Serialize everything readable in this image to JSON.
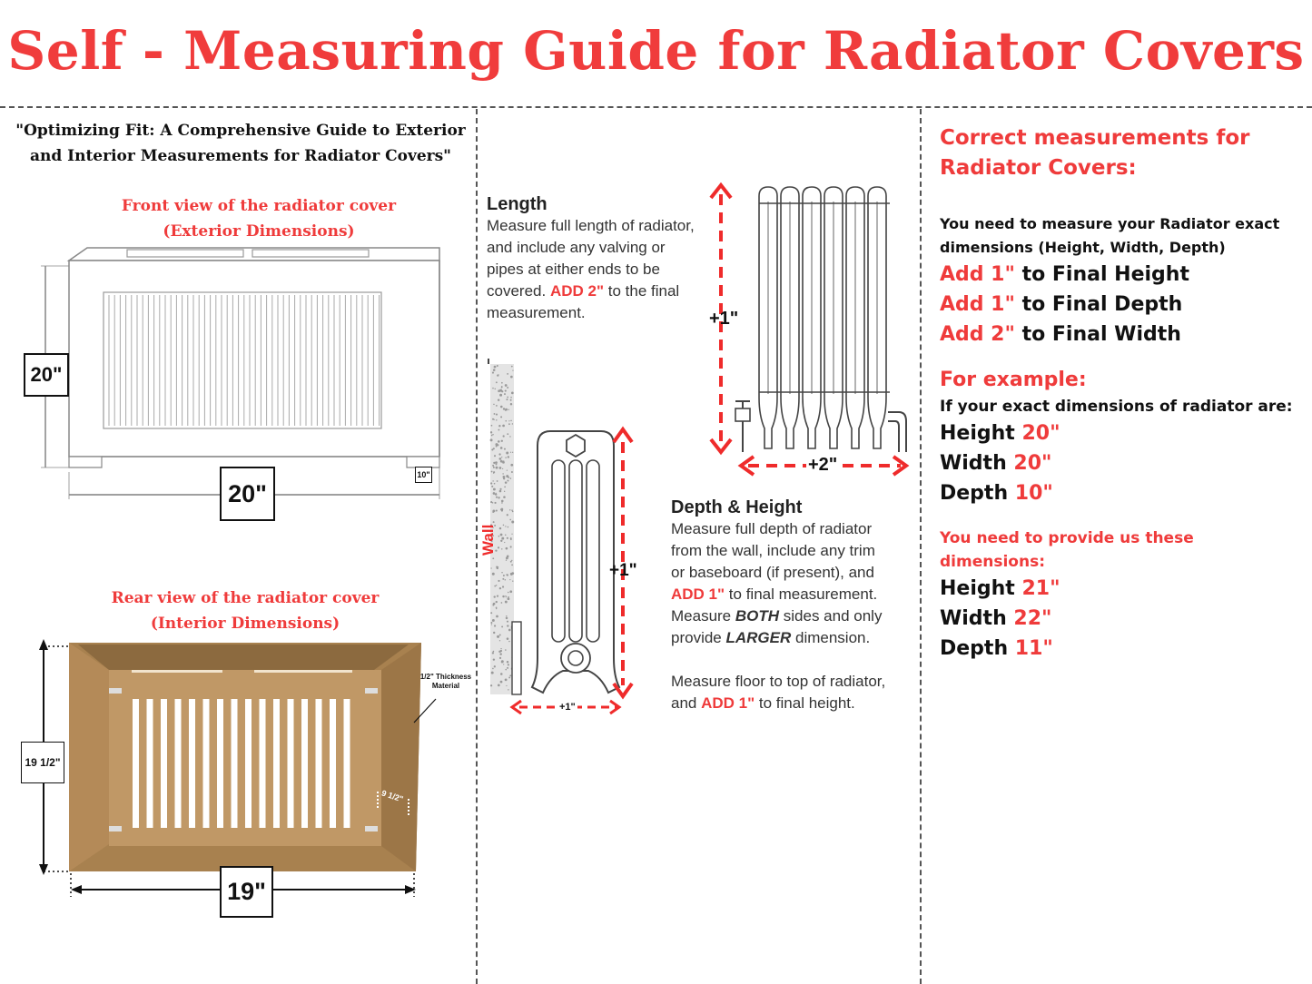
{
  "title": "Self - Measuring Guide for Radiator Covers",
  "left": {
    "subtitle_line1": "\"Optimizing Fit: A Comprehensive Guide to Exterior",
    "subtitle_line2": "and Interior Measurements for Radiator Covers\"",
    "front": {
      "caption_line1": "Front view of the radiator cover",
      "caption_line2": "(Exterior Dimensions)",
      "height_label": "20\"",
      "width_label": "20\"",
      "depth_label": "10\""
    },
    "rear": {
      "caption_line1": "Rear view of the radiator cover",
      "caption_line2": "(Interior Dimensions)",
      "height_label": "19 1/2\"",
      "width_label": "19\"",
      "depth_label": "9 1/2\"",
      "thickness_line1": "1/2\" Thickness",
      "thickness_line2": "Material"
    }
  },
  "middle": {
    "length_heading": "Length",
    "length_lines": [
      "Measure full length of radiator,",
      "and include any valving or",
      "pipes at either ends to be"
    ],
    "length_last_pre": "covered. ",
    "length_last_red": "ADD 2\"",
    "length_last_post": " to the final",
    "length_final": "measurement.",
    "top_height_label": "+1\"",
    "top_width_label": "+2\"",
    "side_height_label": "+1\"",
    "side_depth_label": "+1\"",
    "wall_label": "Wall",
    "depth_heading": "Depth & Height",
    "depth_lines": [
      "Measure full depth of radiator",
      "from the wall, include any trim",
      "or baseboard (if present), and"
    ],
    "depth_add_red": "ADD 1\"",
    "depth_add_post": " to final measurement.",
    "both_pre": "Measure ",
    "both_em": "BOTH",
    "both_post": " sides and only",
    "larger_pre": "provide ",
    "larger_em": "LARGER",
    "larger_post": " dimension.",
    "floor_line1": "Measure floor to top of radiator,",
    "floor_pre": "and ",
    "floor_red": "ADD 1\"",
    "floor_post": " to final height."
  },
  "right": {
    "heading_line1": "Correct measurements for",
    "heading_line2": "Radiator Covers:",
    "intro_line1": "You need to measure your Radiator exact",
    "intro_line2": "dimensions (Height, Width, Depth)",
    "rules": [
      {
        "add": "Add 1\"",
        "text": " to Final Height"
      },
      {
        "add": "Add 1\"",
        "text": " to Final Depth"
      },
      {
        "add": "Add 2\"",
        "text": " to Final Width"
      }
    ],
    "example_heading": "For example:",
    "example_intro": "If your exact dimensions of radiator are:",
    "exact": [
      {
        "label": "Height ",
        "value": "20\""
      },
      {
        "label": "Width ",
        "value": "20\""
      },
      {
        "label": "Depth ",
        "value": "10\""
      }
    ],
    "provide_heading": "You need to provide us these dimensions:",
    "provide": [
      {
        "label": "Height ",
        "value": "21\""
      },
      {
        "label": "Width ",
        "value": "22\""
      },
      {
        "label": "Depth ",
        "value": "11\""
      }
    ]
  }
}
